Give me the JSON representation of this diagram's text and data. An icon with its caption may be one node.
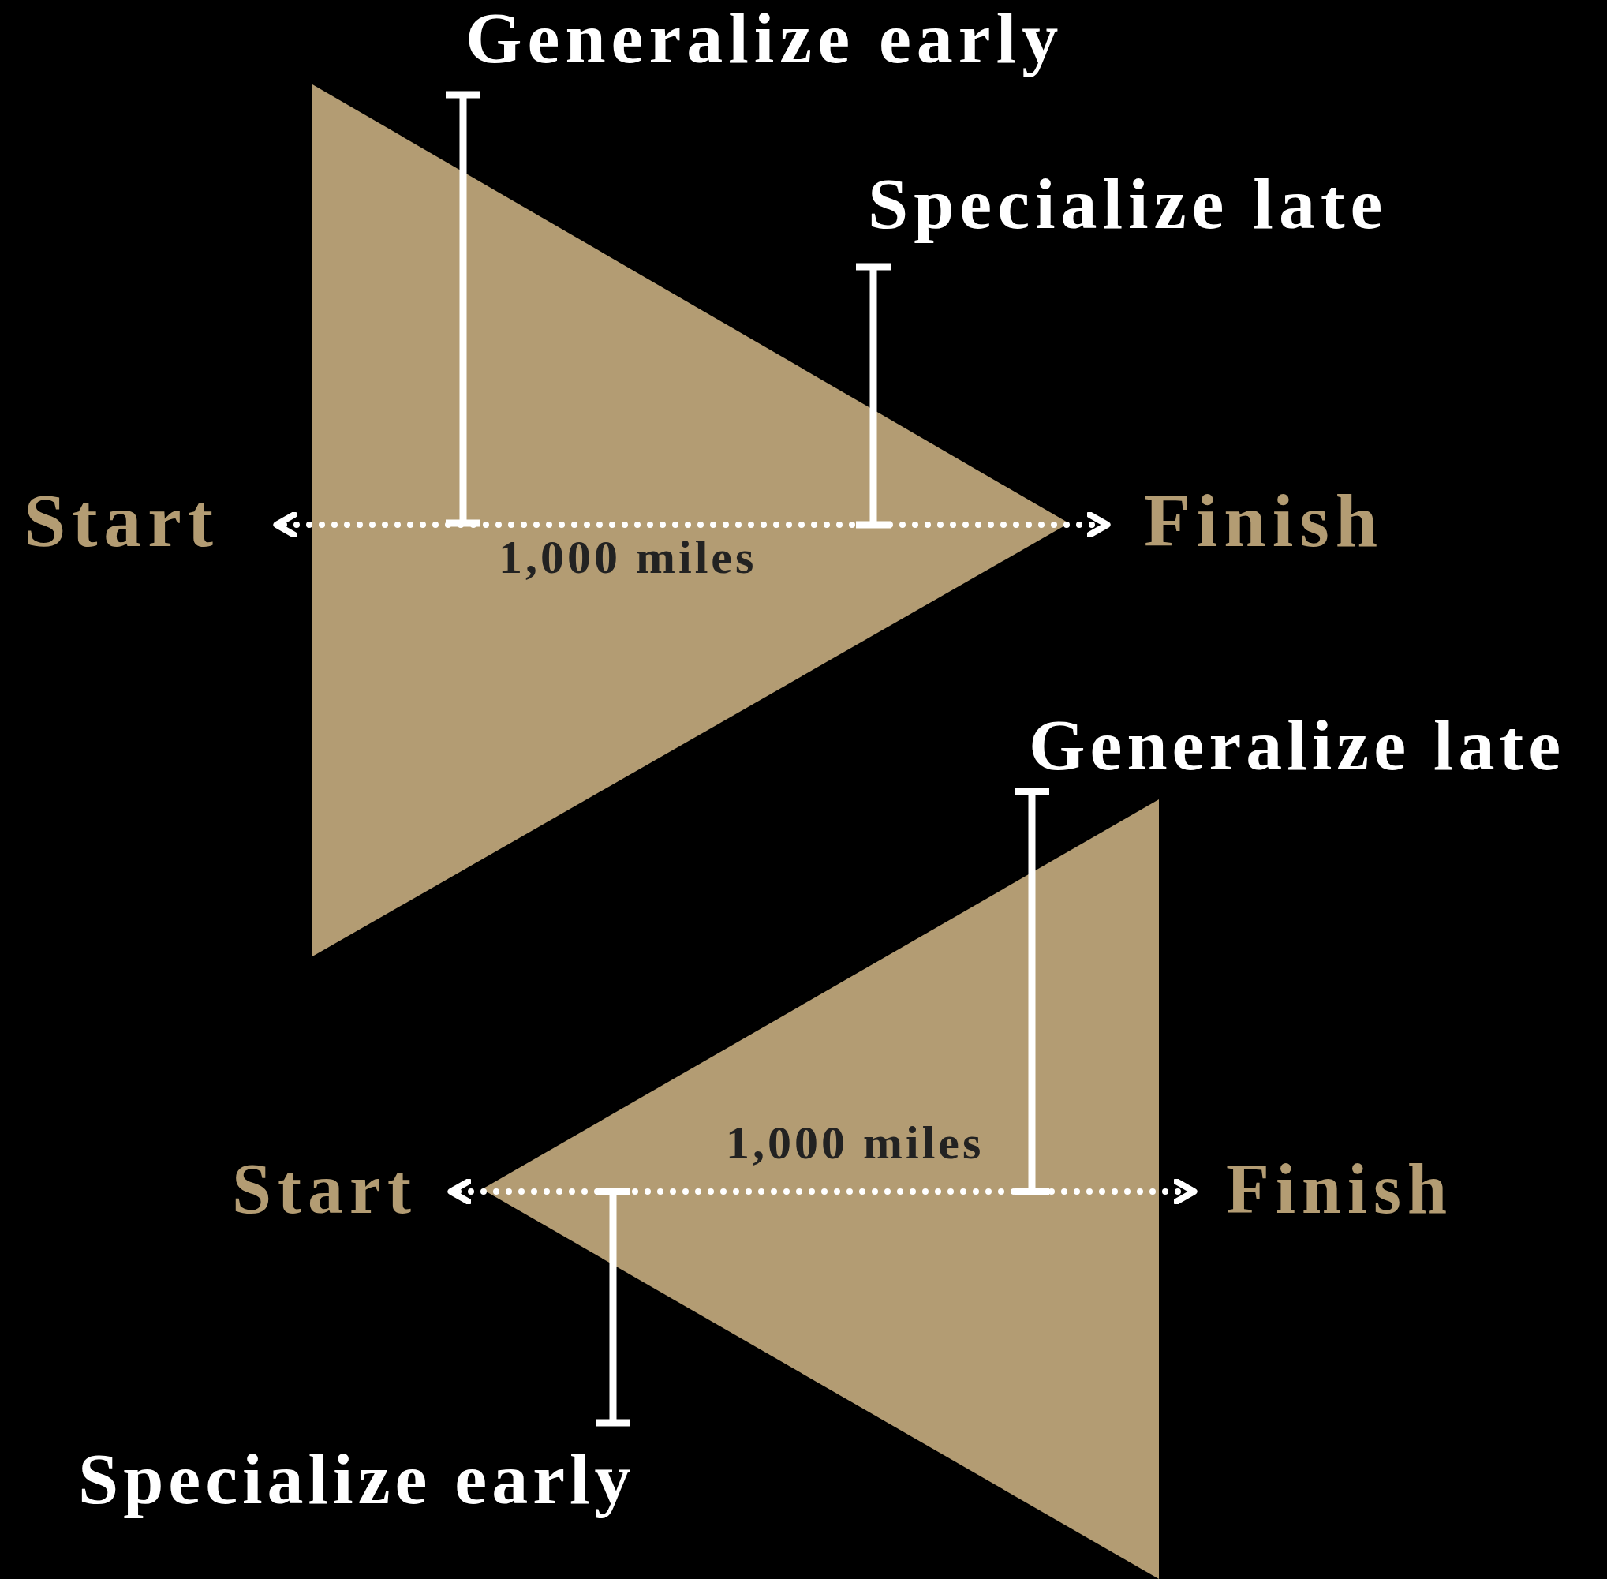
{
  "diagram": {
    "labels": [
      "Generalize early",
      "Specialize late",
      "Start",
      "Finish",
      "1,000 miles",
      "Generalize late",
      "1,000 miles",
      "Start",
      "Finish",
      "Specialize early"
    ]
  }
}
